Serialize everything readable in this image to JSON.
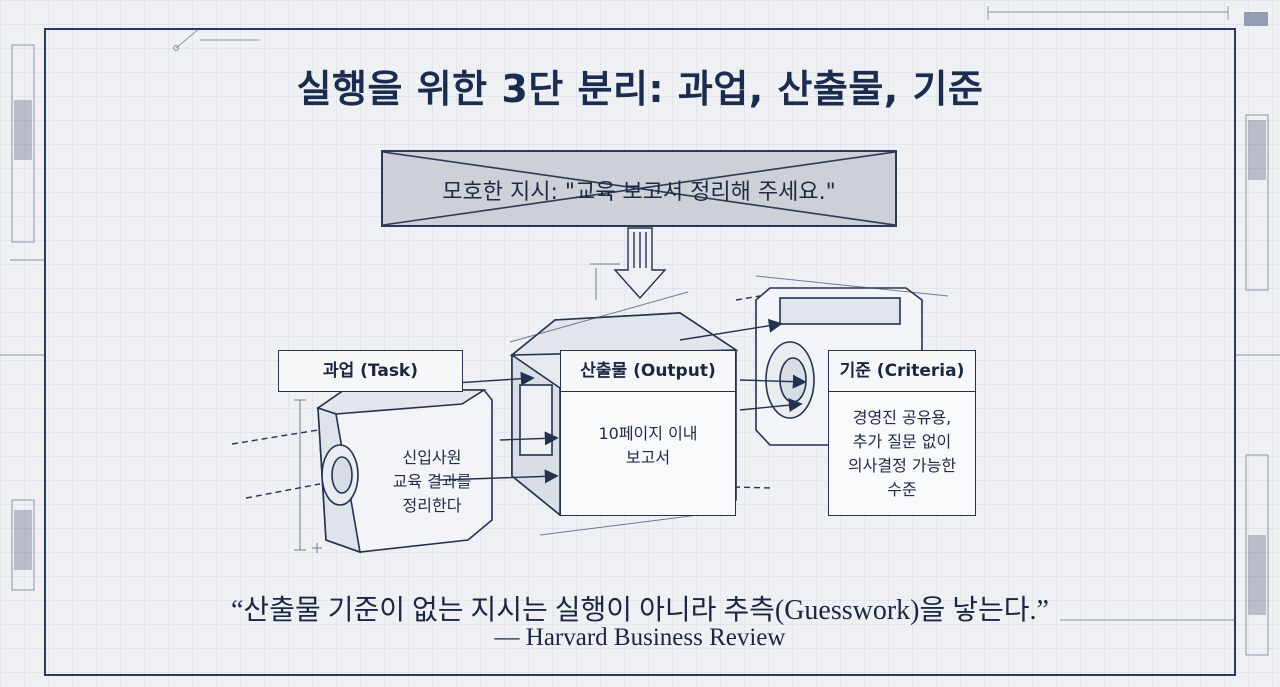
{
  "title": "실행을 위한 3단 분리: 과업, 산출물, 기준",
  "vague_instruction": "모호한 지시: \"교육 보고서 정리해 주세요.\"",
  "task": {
    "label": "과업 (Task)",
    "body": "신입사원\n교육 결과를\n정리한다"
  },
  "output": {
    "label": "산출물 (Output)",
    "body": "10페이지 이내\n보고서"
  },
  "criteria": {
    "label": "기준 (Criteria)",
    "body": "경영진 공유용,\n추가 질문 없이\n의사결정 가능한\n수준"
  },
  "quote": "“산출물 기준이 없는 지시는 실행이 아니라 추측(Guesswork)을 낳는다.”",
  "source": "— Harvard Business Review",
  "colors": {
    "ink": "#24324f",
    "background": "#eef0f3",
    "vague_box": "#cdd0d6"
  }
}
